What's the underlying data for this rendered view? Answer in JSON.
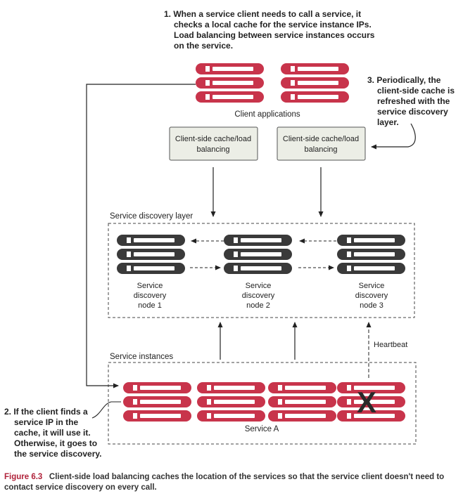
{
  "callouts": {
    "c1": [
      "1. When a service client needs to call a service, it",
      "checks a local cache for the service instance IPs.",
      "Load balancing between service instances occurs",
      "on the service."
    ],
    "c2": [
      "2. If the client finds a",
      "service IP in the",
      "cache, it will use it.",
      "Otherwise, it goes to",
      "the service discovery."
    ],
    "c3": [
      "3. Periodically, the",
      "client-side cache is",
      "refreshed with the",
      "service discovery",
      "layer."
    ]
  },
  "labels": {
    "client_applications": "Client applications",
    "cache_box_1": [
      "Client-side cache/load",
      "balancing"
    ],
    "cache_box_2": [
      "Client-side cache/load",
      "balancing"
    ],
    "service_discovery_layer": "Service discovery layer",
    "node1": [
      "Service",
      "discovery",
      "node 1"
    ],
    "node2": [
      "Service",
      "discovery",
      "node 2"
    ],
    "node3": [
      "Service",
      "discovery",
      "node 3"
    ],
    "heartbeat": "Heartbeat",
    "service_instances": "Service instances",
    "service_a": "Service A",
    "failed_marker": "X"
  },
  "caption": {
    "number": "Figure 6.3",
    "text": "Client-side load balancing caches the location of the services so that the service client doesn't need to contact service discovery on every call."
  },
  "colors": {
    "server_red": "#c8344b",
    "server_dark": "#3a3a3a",
    "cache_box_fill": "#eceee6",
    "caption_red": "#b0223a"
  },
  "icons": {
    "client_server": "server-stack-icon",
    "discovery_server": "server-stack-icon",
    "failed": "x-mark-icon"
  }
}
